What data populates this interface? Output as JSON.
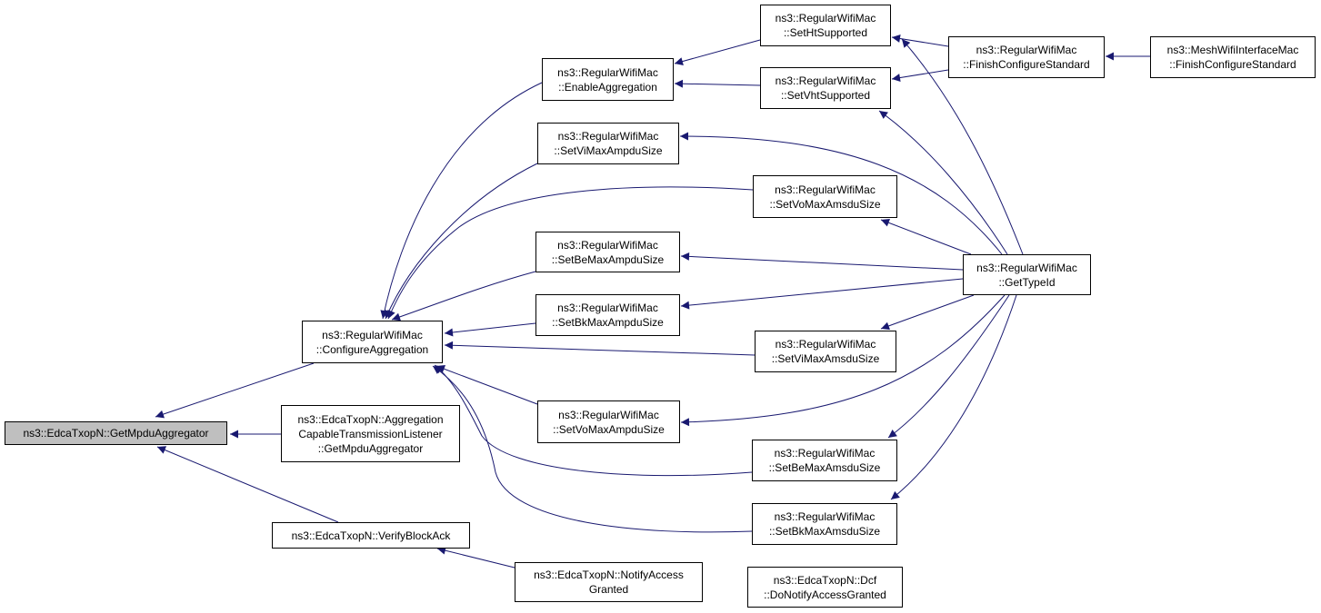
{
  "colors": {
    "edge": "#191970",
    "node_border": "#000000",
    "root_fill": "#bfbfbf"
  },
  "nodes": {
    "get_mpdu_aggregator": {
      "lines": [
        "ns3::EdcaTxopN::GetMpduAggregator"
      ]
    },
    "configure_aggregation": {
      "lines": [
        "ns3::RegularWifiMac",
        "::ConfigureAggregation"
      ]
    },
    "aggregation_listener": {
      "lines": [
        "ns3::EdcaTxopN::Aggregation",
        "CapableTransmissionListener",
        "::GetMpduAggregator"
      ]
    },
    "verify_block_ack": {
      "lines": [
        "ns3::EdcaTxopN::VerifyBlockAck"
      ]
    },
    "enable_aggregation": {
      "lines": [
        "ns3::RegularWifiMac",
        "::EnableAggregation"
      ]
    },
    "set_vi_max_ampdu": {
      "lines": [
        "ns3::RegularWifiMac",
        "::SetViMaxAmpduSize"
      ]
    },
    "set_be_max_ampdu": {
      "lines": [
        "ns3::RegularWifiMac",
        "::SetBeMaxAmpduSize"
      ]
    },
    "set_bk_max_ampdu": {
      "lines": [
        "ns3::RegularWifiMac",
        "::SetBkMaxAmpduSize"
      ]
    },
    "set_vo_max_ampdu": {
      "lines": [
        "ns3::RegularWifiMac",
        "::SetVoMaxAmpduSize"
      ]
    },
    "notify_access_granted": {
      "lines": [
        "ns3::EdcaTxopN::NotifyAccess",
        "Granted"
      ]
    },
    "set_ht_supported": {
      "lines": [
        "ns3::RegularWifiMac",
        "::SetHtSupported"
      ]
    },
    "set_vht_supported": {
      "lines": [
        "ns3::RegularWifiMac",
        "::SetVhtSupported"
      ]
    },
    "set_vo_max_amsdu": {
      "lines": [
        "ns3::RegularWifiMac",
        "::SetVoMaxAmsduSize"
      ]
    },
    "set_vi_max_amsdu": {
      "lines": [
        "ns3::RegularWifiMac",
        "::SetViMaxAmsduSize"
      ]
    },
    "set_be_max_amsdu": {
      "lines": [
        "ns3::RegularWifiMac",
        "::SetBeMaxAmsduSize"
      ]
    },
    "set_bk_max_amsdu": {
      "lines": [
        "ns3::RegularWifiMac",
        "::SetBkMaxAmsduSize"
      ]
    },
    "dcf_do_notify": {
      "lines": [
        "ns3::EdcaTxopN::Dcf",
        "::DoNotifyAccessGranted"
      ]
    },
    "finish_configure_standard": {
      "lines": [
        "ns3::RegularWifiMac",
        "::FinishConfigureStandard"
      ]
    },
    "get_type_id": {
      "lines": [
        "ns3::RegularWifiMac",
        "::GetTypeId"
      ]
    },
    "mesh_finish_configure": {
      "lines": [
        "ns3::MeshWifiInterfaceMac",
        "::FinishConfigureStandard"
      ]
    }
  }
}
